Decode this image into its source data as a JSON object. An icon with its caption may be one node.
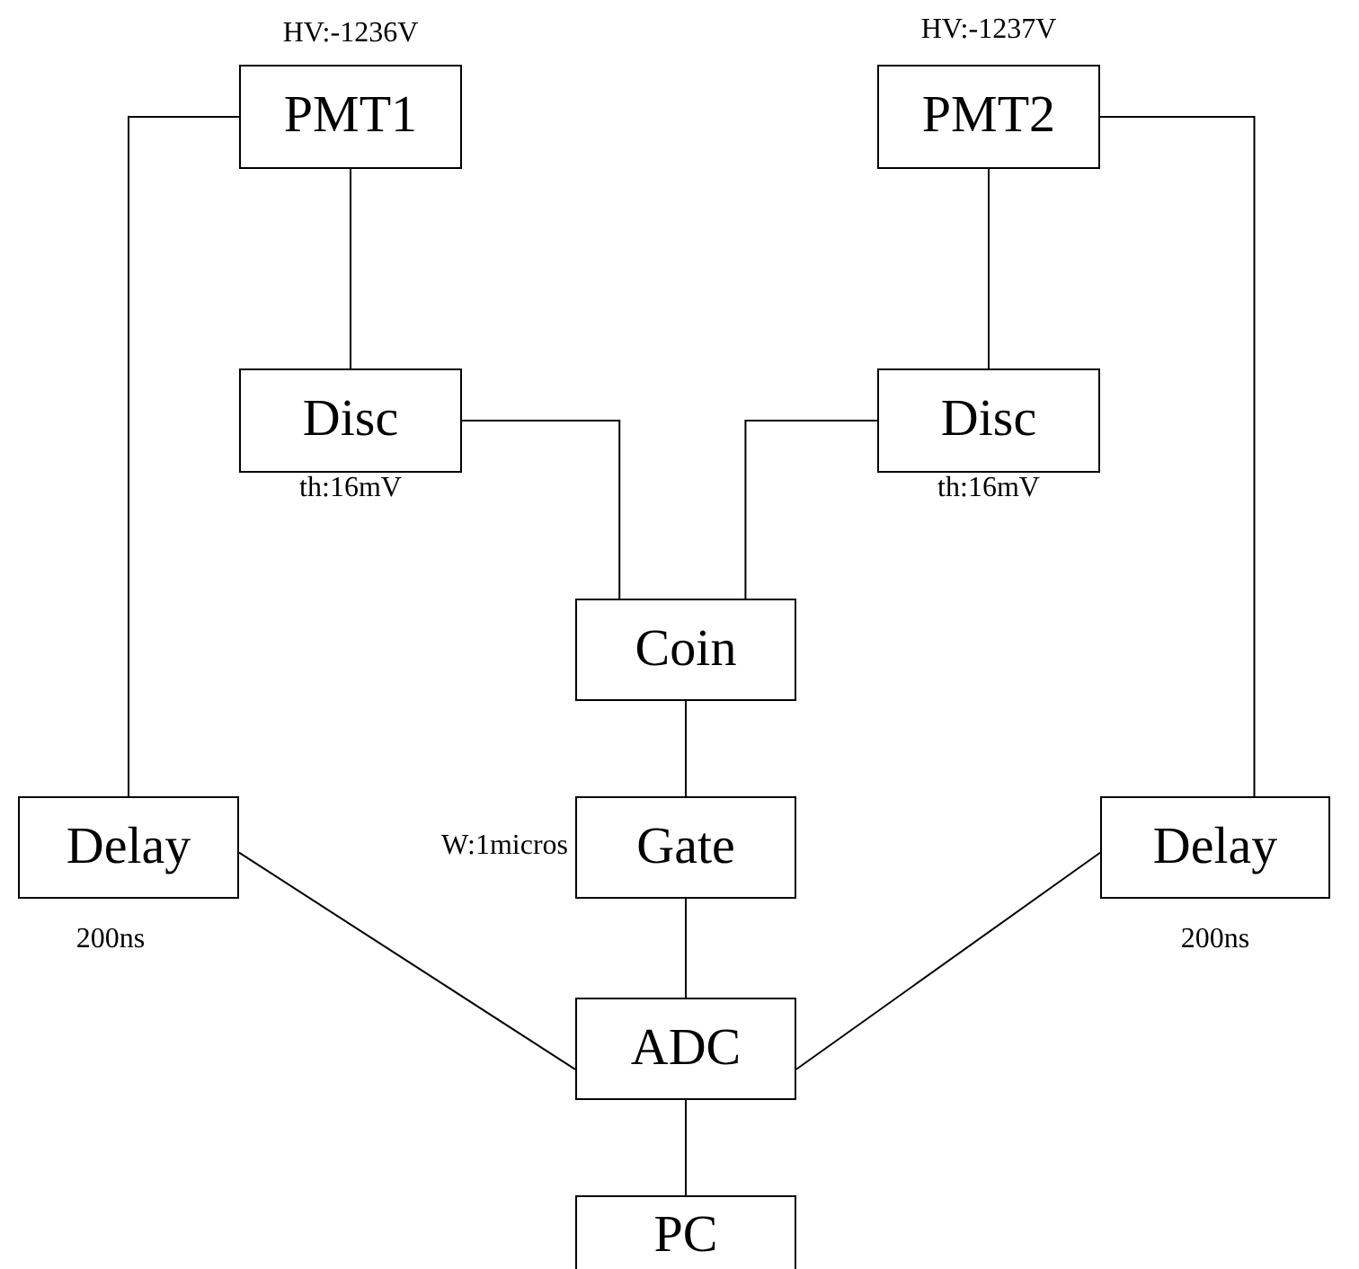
{
  "diagram": {
    "nodes": [
      {
        "text": [
          "PMT1"
        ],
        "beside": [
          "HV:-1236V"
        ]
      },
      {
        "text": [
          "PMT2"
        ],
        "beside": [
          "HV:-1237V"
        ]
      },
      {
        "text": [
          "Disc"
        ],
        "beside": [
          "th:16mV"
        ]
      },
      {
        "text": [
          "Disc"
        ],
        "beside": [
          "th:16mV"
        ]
      },
      {
        "text": [
          "Coin"
        ]
      },
      {
        "text": [
          "Delay"
        ],
        "beside": [
          "200ns"
        ]
      },
      {
        "text": [
          "Gate"
        ],
        "beside": [
          "W:1micros"
        ]
      },
      {
        "text": [
          "Delay"
        ],
        "beside": [
          "200ns"
        ]
      },
      {
        "text": [
          "ADC"
        ]
      },
      {
        "text": [
          "PC"
        ]
      }
    ],
    "edges": [
      {
        "from": 0,
        "to": 2,
        "arrow": "none"
      },
      {
        "from": 0,
        "to": 5,
        "arrow": "none"
      },
      {
        "from": 1,
        "to": 3,
        "arrow": "none"
      },
      {
        "from": 1,
        "to": 7,
        "arrow": "none"
      },
      {
        "from": 2,
        "to": 4,
        "arrow": "none"
      },
      {
        "from": 3,
        "to": 4,
        "arrow": "none"
      },
      {
        "from": 4,
        "to": 6,
        "arrow": "none"
      },
      {
        "from": 6,
        "to": 8,
        "arrow": "none"
      },
      {
        "from": 5,
        "to": 8,
        "arrow": "none"
      },
      {
        "from": 7,
        "to": 8,
        "arrow": "none"
      },
      {
        "from": 8,
        "to": 9,
        "arrow": "none"
      }
    ]
  }
}
